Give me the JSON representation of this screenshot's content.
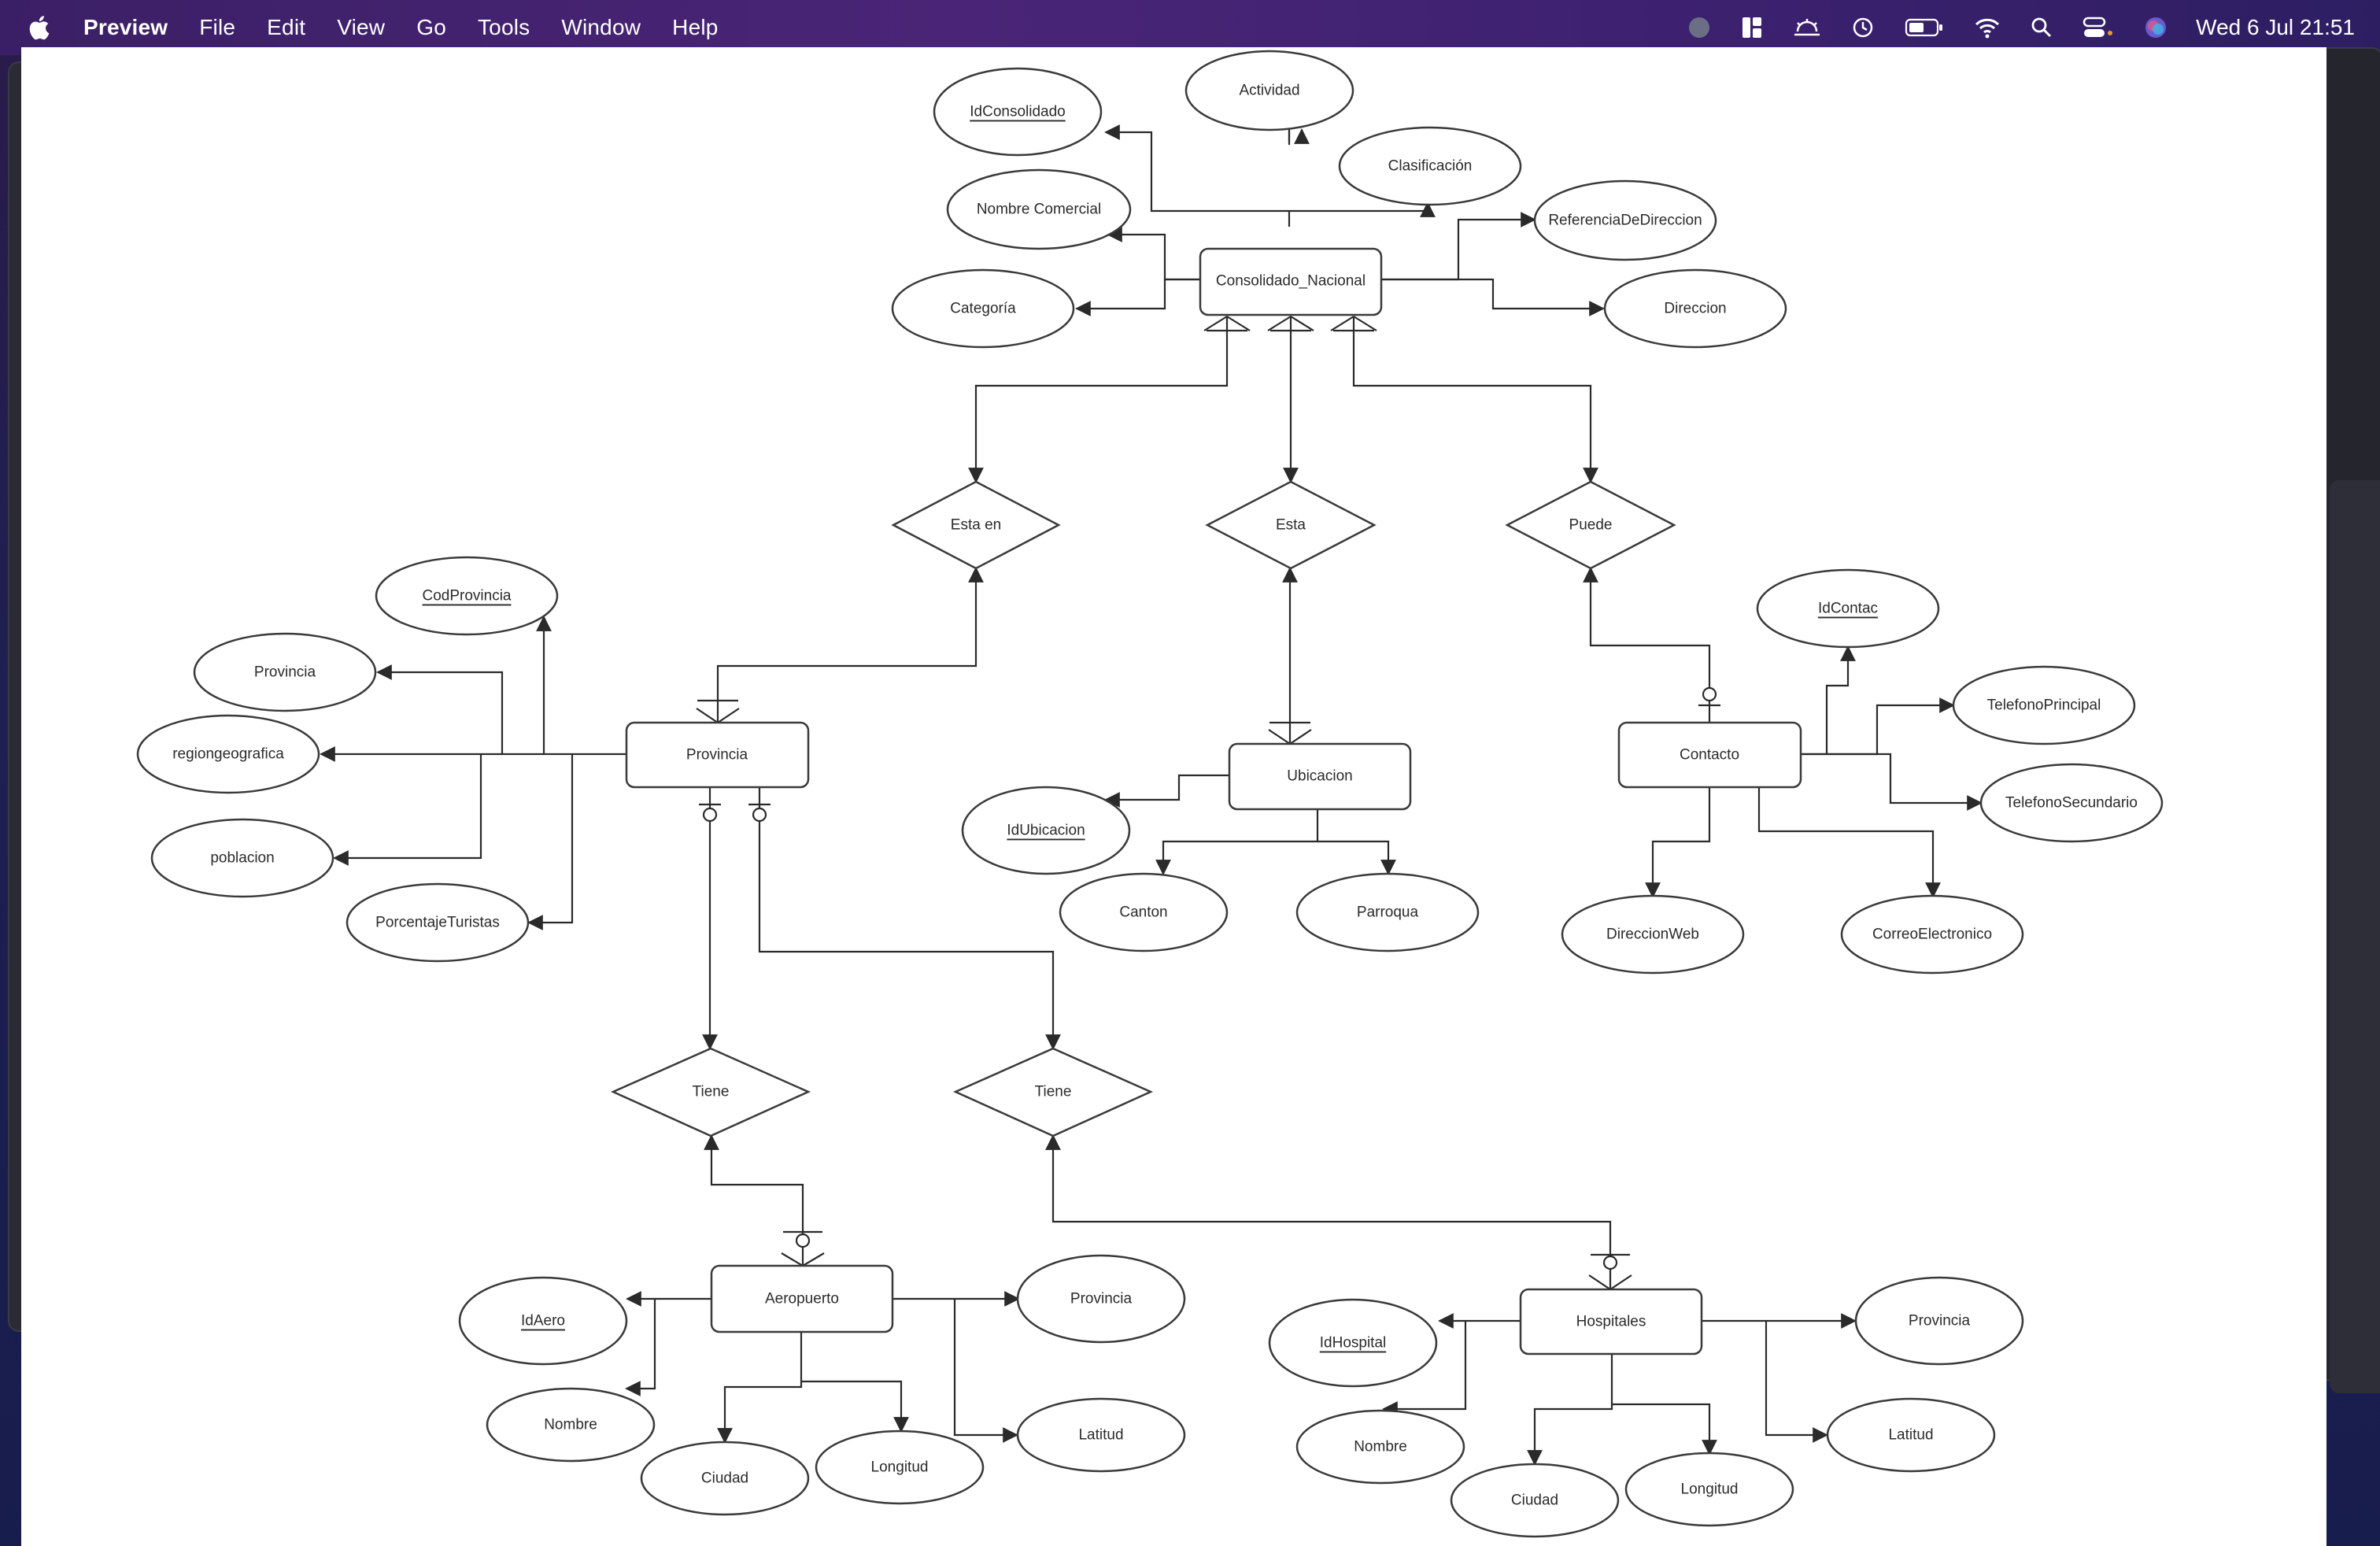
{
  "menubar": {
    "app_name": "Preview",
    "items": [
      "File",
      "Edit",
      "View",
      "Go",
      "Tools",
      "Window",
      "Help"
    ],
    "clock": "Wed 6 Jul  21:51",
    "status_icons": [
      "record-icon",
      "layout-icon",
      "weather-icon",
      "time-machine-icon",
      "battery-icon",
      "wifi-icon",
      "search-icon",
      "control-center-icon",
      "siri-icon"
    ]
  },
  "diagram": {
    "entities": {
      "consolidado": "Consolidado_Nacional",
      "provincia": "Provincia",
      "ubicacion": "Ubicacion",
      "contacto": "Contacto",
      "aeropuerto": "Aeropuerto",
      "hospitales": "Hospitales"
    },
    "relationships": {
      "esta_en": "Esta en",
      "esta": "Esta",
      "puede": "Puede",
      "tiene_aero": "Tiene",
      "tiene_hosp": "Tiene"
    },
    "attributes": {
      "consolidado": {
        "id": "IdConsolidado",
        "actividad": "Actividad",
        "clasificacion": "Clasificación",
        "nombre_comercial": "Nombre Comercial",
        "referencia": "ReferenciaDeDireccion",
        "categoria": "Categoría",
        "direccion": "Direccion"
      },
      "provincia": {
        "cod": "CodProvincia",
        "provincia": "Provincia",
        "region": "regiongeografica",
        "poblacion": "poblacion",
        "porcentaje": "PorcentajeTuristas"
      },
      "ubicacion": {
        "id": "IdUbicacion",
        "canton": "Canton",
        "parroquia": "Parroqua"
      },
      "contacto": {
        "id": "IdContac",
        "tel1": "TelefonoPrincipal",
        "tel2": "TelefonoSecundario",
        "web": "DireccionWeb",
        "correo": "CorreoElectronico"
      },
      "aeropuerto": {
        "id": "IdAero",
        "nombre": "Nombre",
        "ciudad": "Ciudad",
        "longitud": "Longitud",
        "provincia": "Provincia",
        "latitud": "Latitud"
      },
      "hospitales": {
        "id": "IdHospital",
        "nombre": "Nombre",
        "ciudad": "Ciudad",
        "longitud": "Longitud",
        "provincia": "Provincia",
        "latitud": "Latitud"
      }
    }
  }
}
